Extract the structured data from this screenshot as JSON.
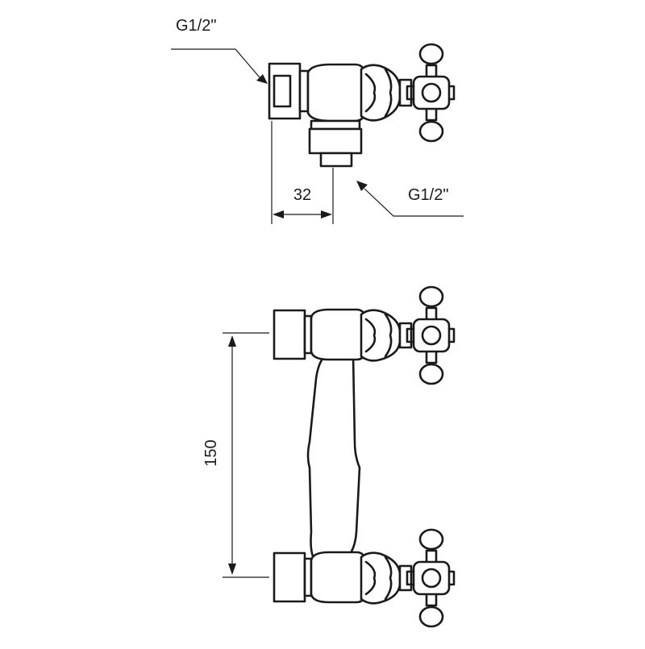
{
  "labels": {
    "thread_inlet": "G1/2\"",
    "thread_outlet": "G1/2\"",
    "dim_offset": "32",
    "dim_center_distance": "150"
  },
  "colors": {
    "line": "#1a1a1a",
    "background": "#ffffff"
  }
}
